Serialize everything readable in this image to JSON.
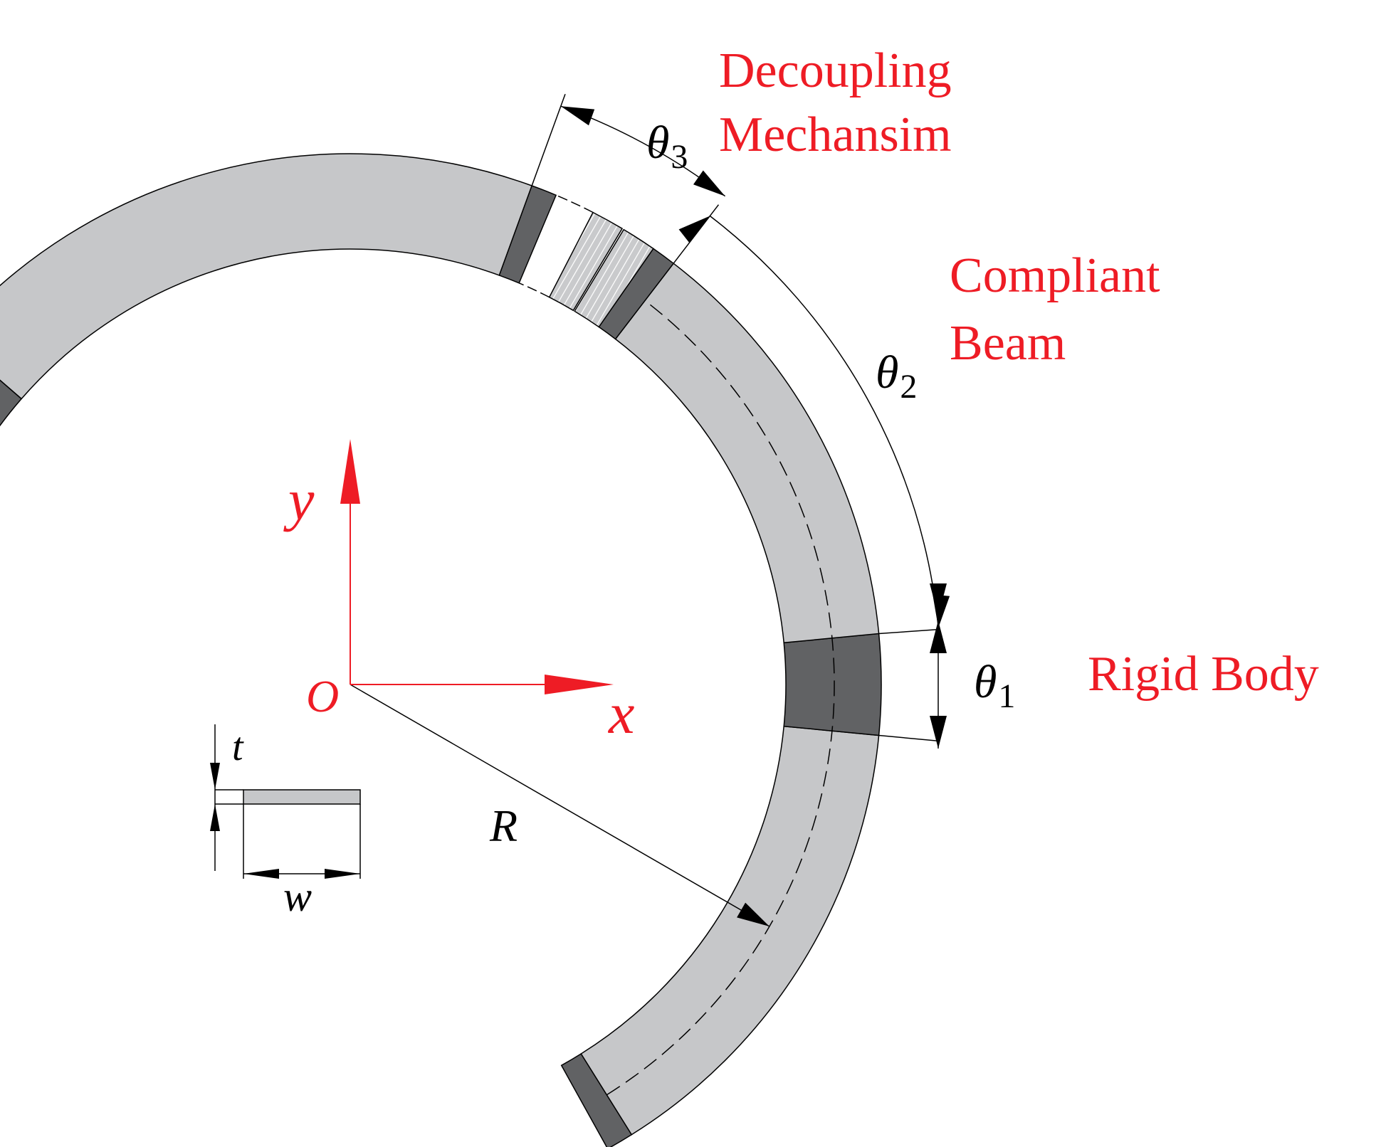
{
  "labels": {
    "decoupling_line1": "Decoupling",
    "decoupling_line2": "Mechansim",
    "compliant_line1": "Compliant",
    "compliant_line2": "Beam",
    "rigid_body": "Rigid Body",
    "theta": "θ",
    "theta1_sub": "1",
    "theta2_sub": "2",
    "theta3_sub": "3",
    "axis_y": "y",
    "axis_x": "x",
    "origin": "O",
    "radius": "R",
    "thickness": "t",
    "width": "w"
  },
  "colors": {
    "annotation_red": "#ee1c25",
    "compliant_beam": "#c6c7c9",
    "rigid_body": "#616264",
    "outline": "#000000"
  }
}
